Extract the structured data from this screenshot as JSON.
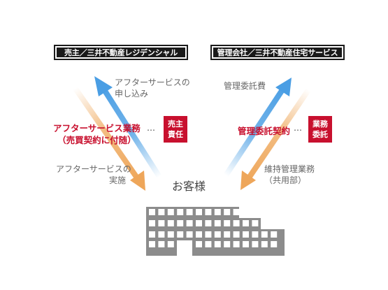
{
  "seller_box": "売主／三井不動産レジデンシャル",
  "manager_box": "管理会社／三井不動産住宅サービス",
  "left": {
    "request_l1": "アフターサービスの",
    "request_l2": "申し込み",
    "red_l1": "アフターサービス業務",
    "red_l2": "（売買契約に付随）",
    "dots": "…",
    "badge_l1": "売主",
    "badge_l2": "責任",
    "impl_l1": "アフターサービスの",
    "impl_l2": "実施"
  },
  "right": {
    "fee": "管理委託費",
    "red": "管理委託契約",
    "dots": "…",
    "badge_l1": "業務",
    "badge_l2": "委託",
    "maint_l1": "維持管理業務",
    "maint_l2": "（共用部）"
  },
  "customer": "お客様",
  "colors": {
    "red": "#c8102e",
    "blue": "#5aa7e6",
    "orange": "#f0b06a",
    "building": "#8c8c8c"
  }
}
